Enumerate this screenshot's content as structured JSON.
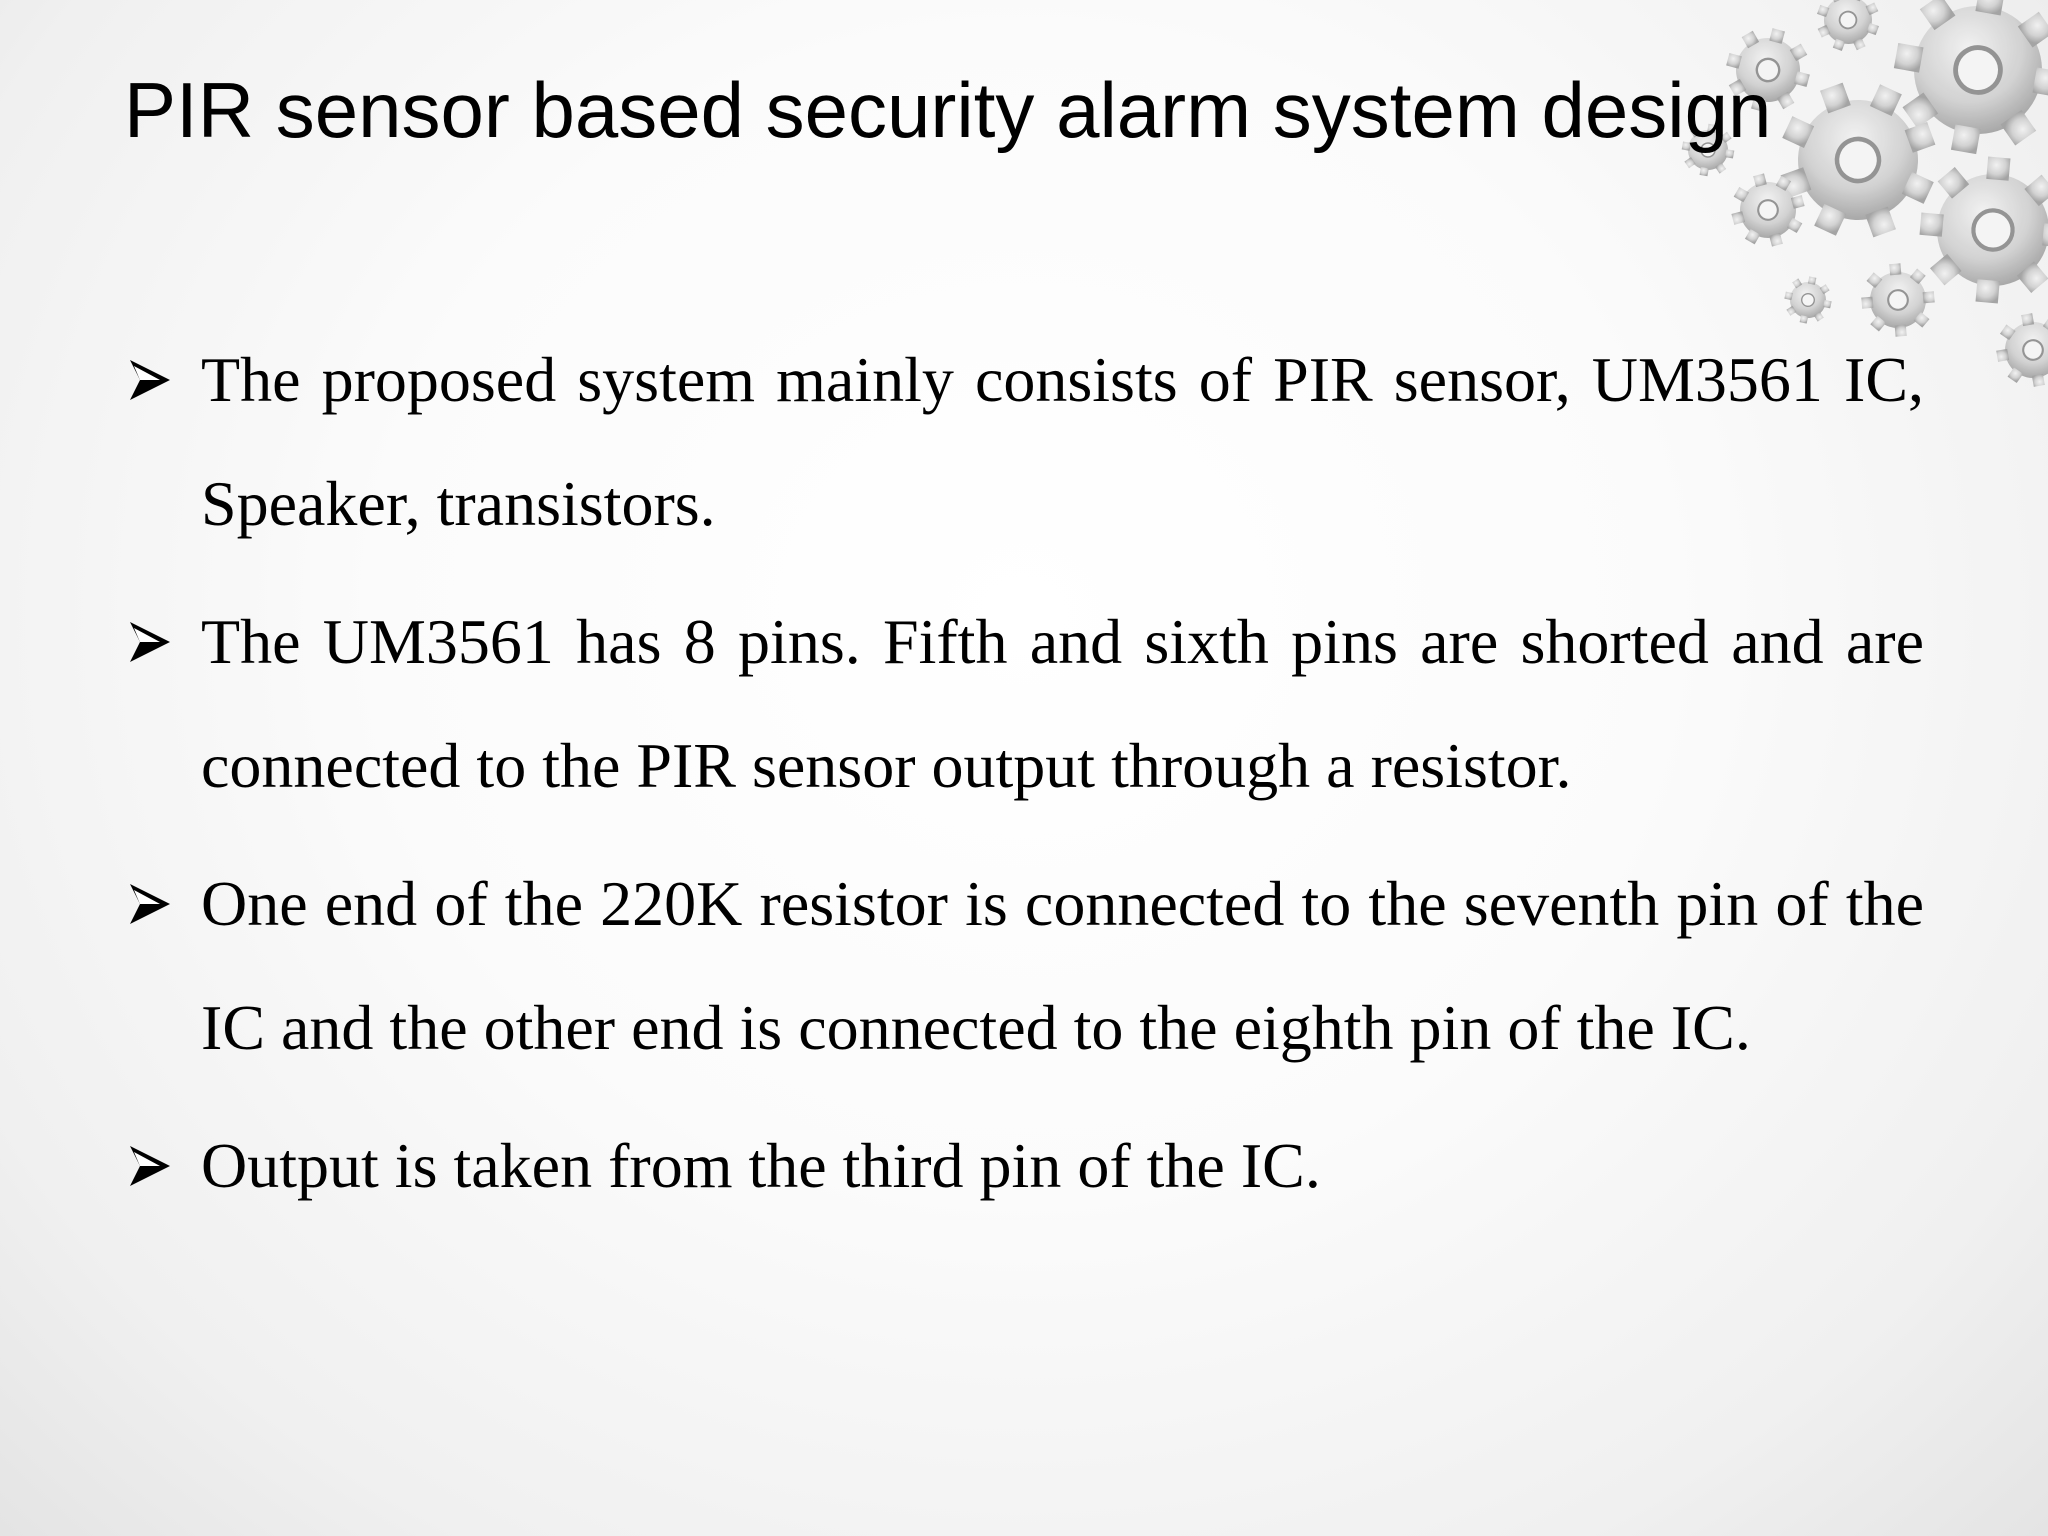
{
  "slide": {
    "title": "PIR sensor based security alarm system design",
    "bullets": [
      {
        "text": "The proposed system mainly consists of PIR sensor, UM3561 IC, Speaker, transistors."
      },
      {
        "text": "The UM3561 has 8 pins. Fifth and sixth pins are shorted and are connected to the PIR sensor output through a resistor."
      },
      {
        "text": "One end of the 220K resistor is connected to the seventh pin of the IC and the other end is connected to the eighth pin of the IC."
      },
      {
        "text": "Output is taken from the third pin of the IC."
      }
    ]
  },
  "decoration": {
    "gears_icon": "gears-icon",
    "bullet_icon": "arrowhead-bullet-icon",
    "gear_color_light": "#d8d8d8",
    "gear_color_dark": "#9a9a9a"
  }
}
